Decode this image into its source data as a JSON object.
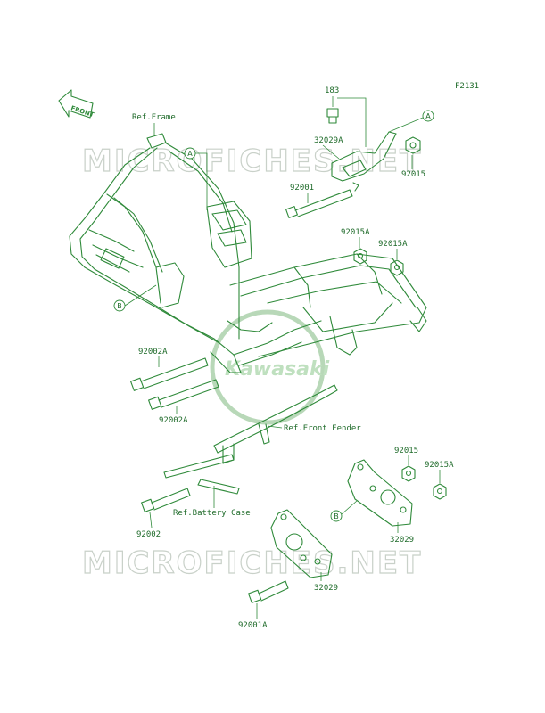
{
  "figure_code": "F2131",
  "watermark": "MICROFICHES.NET",
  "brand_logo": "Kawasaki",
  "front_arrow": "FRONT",
  "callouts": {
    "a": "A",
    "b": "B"
  },
  "labels": {
    "ref_frame": "Ref.Frame",
    "p183": "183",
    "p32029a": "32029A",
    "p92015_top": "92015",
    "p92001": "92001",
    "p92015a_1": "92015A",
    "p92015a_2": "92015A",
    "p92002a_1": "92002A",
    "p92002a_2": "92002A",
    "ref_front_fender": "Ref.Front Fender",
    "p92015_bot": "92015",
    "p92015a_bot": "92015A",
    "ref_battery_case": "Ref.Battery Case",
    "p92002": "92002",
    "p32029_1": "32029",
    "p32029_2": "32029",
    "p92001a": "92001A"
  },
  "colors": {
    "line": "#2f8a3a",
    "text": "#1f6b2a",
    "watermark": "#c9d1c9"
  }
}
